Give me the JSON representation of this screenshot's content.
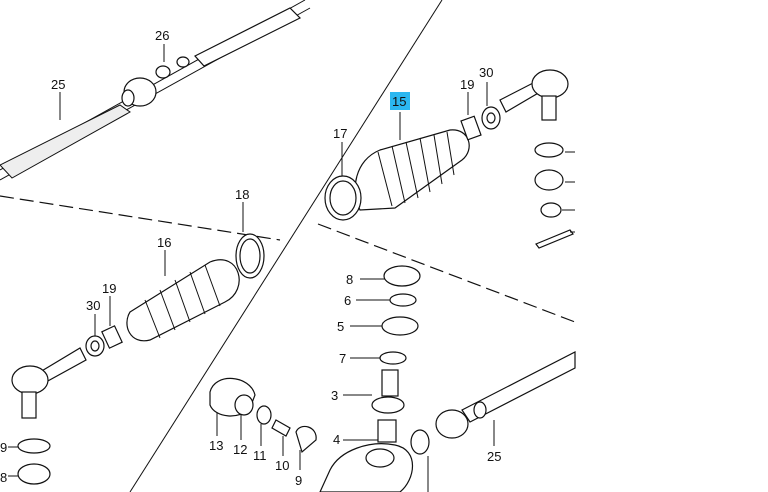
{
  "labels": {
    "p26": "26",
    "p25_top": "25",
    "p15": "15",
    "p19_top": "19",
    "p30_top": "30",
    "p17": "17",
    "p18": "18",
    "p16": "16",
    "p19_left": "19",
    "p30_left": "30",
    "p8": "8",
    "p6": "6",
    "p5": "5",
    "p7": "7",
    "p3": "3",
    "p4": "4",
    "p13": "13",
    "p12": "12",
    "p11": "11",
    "p10": "10",
    "p9_bottom": "9",
    "p9_left": "9",
    "p8_left": "8",
    "p25_bottom": "25"
  },
  "colors": {
    "highlight": "#2bb7f0",
    "ink": "#111111"
  },
  "highlighted_part": "15"
}
